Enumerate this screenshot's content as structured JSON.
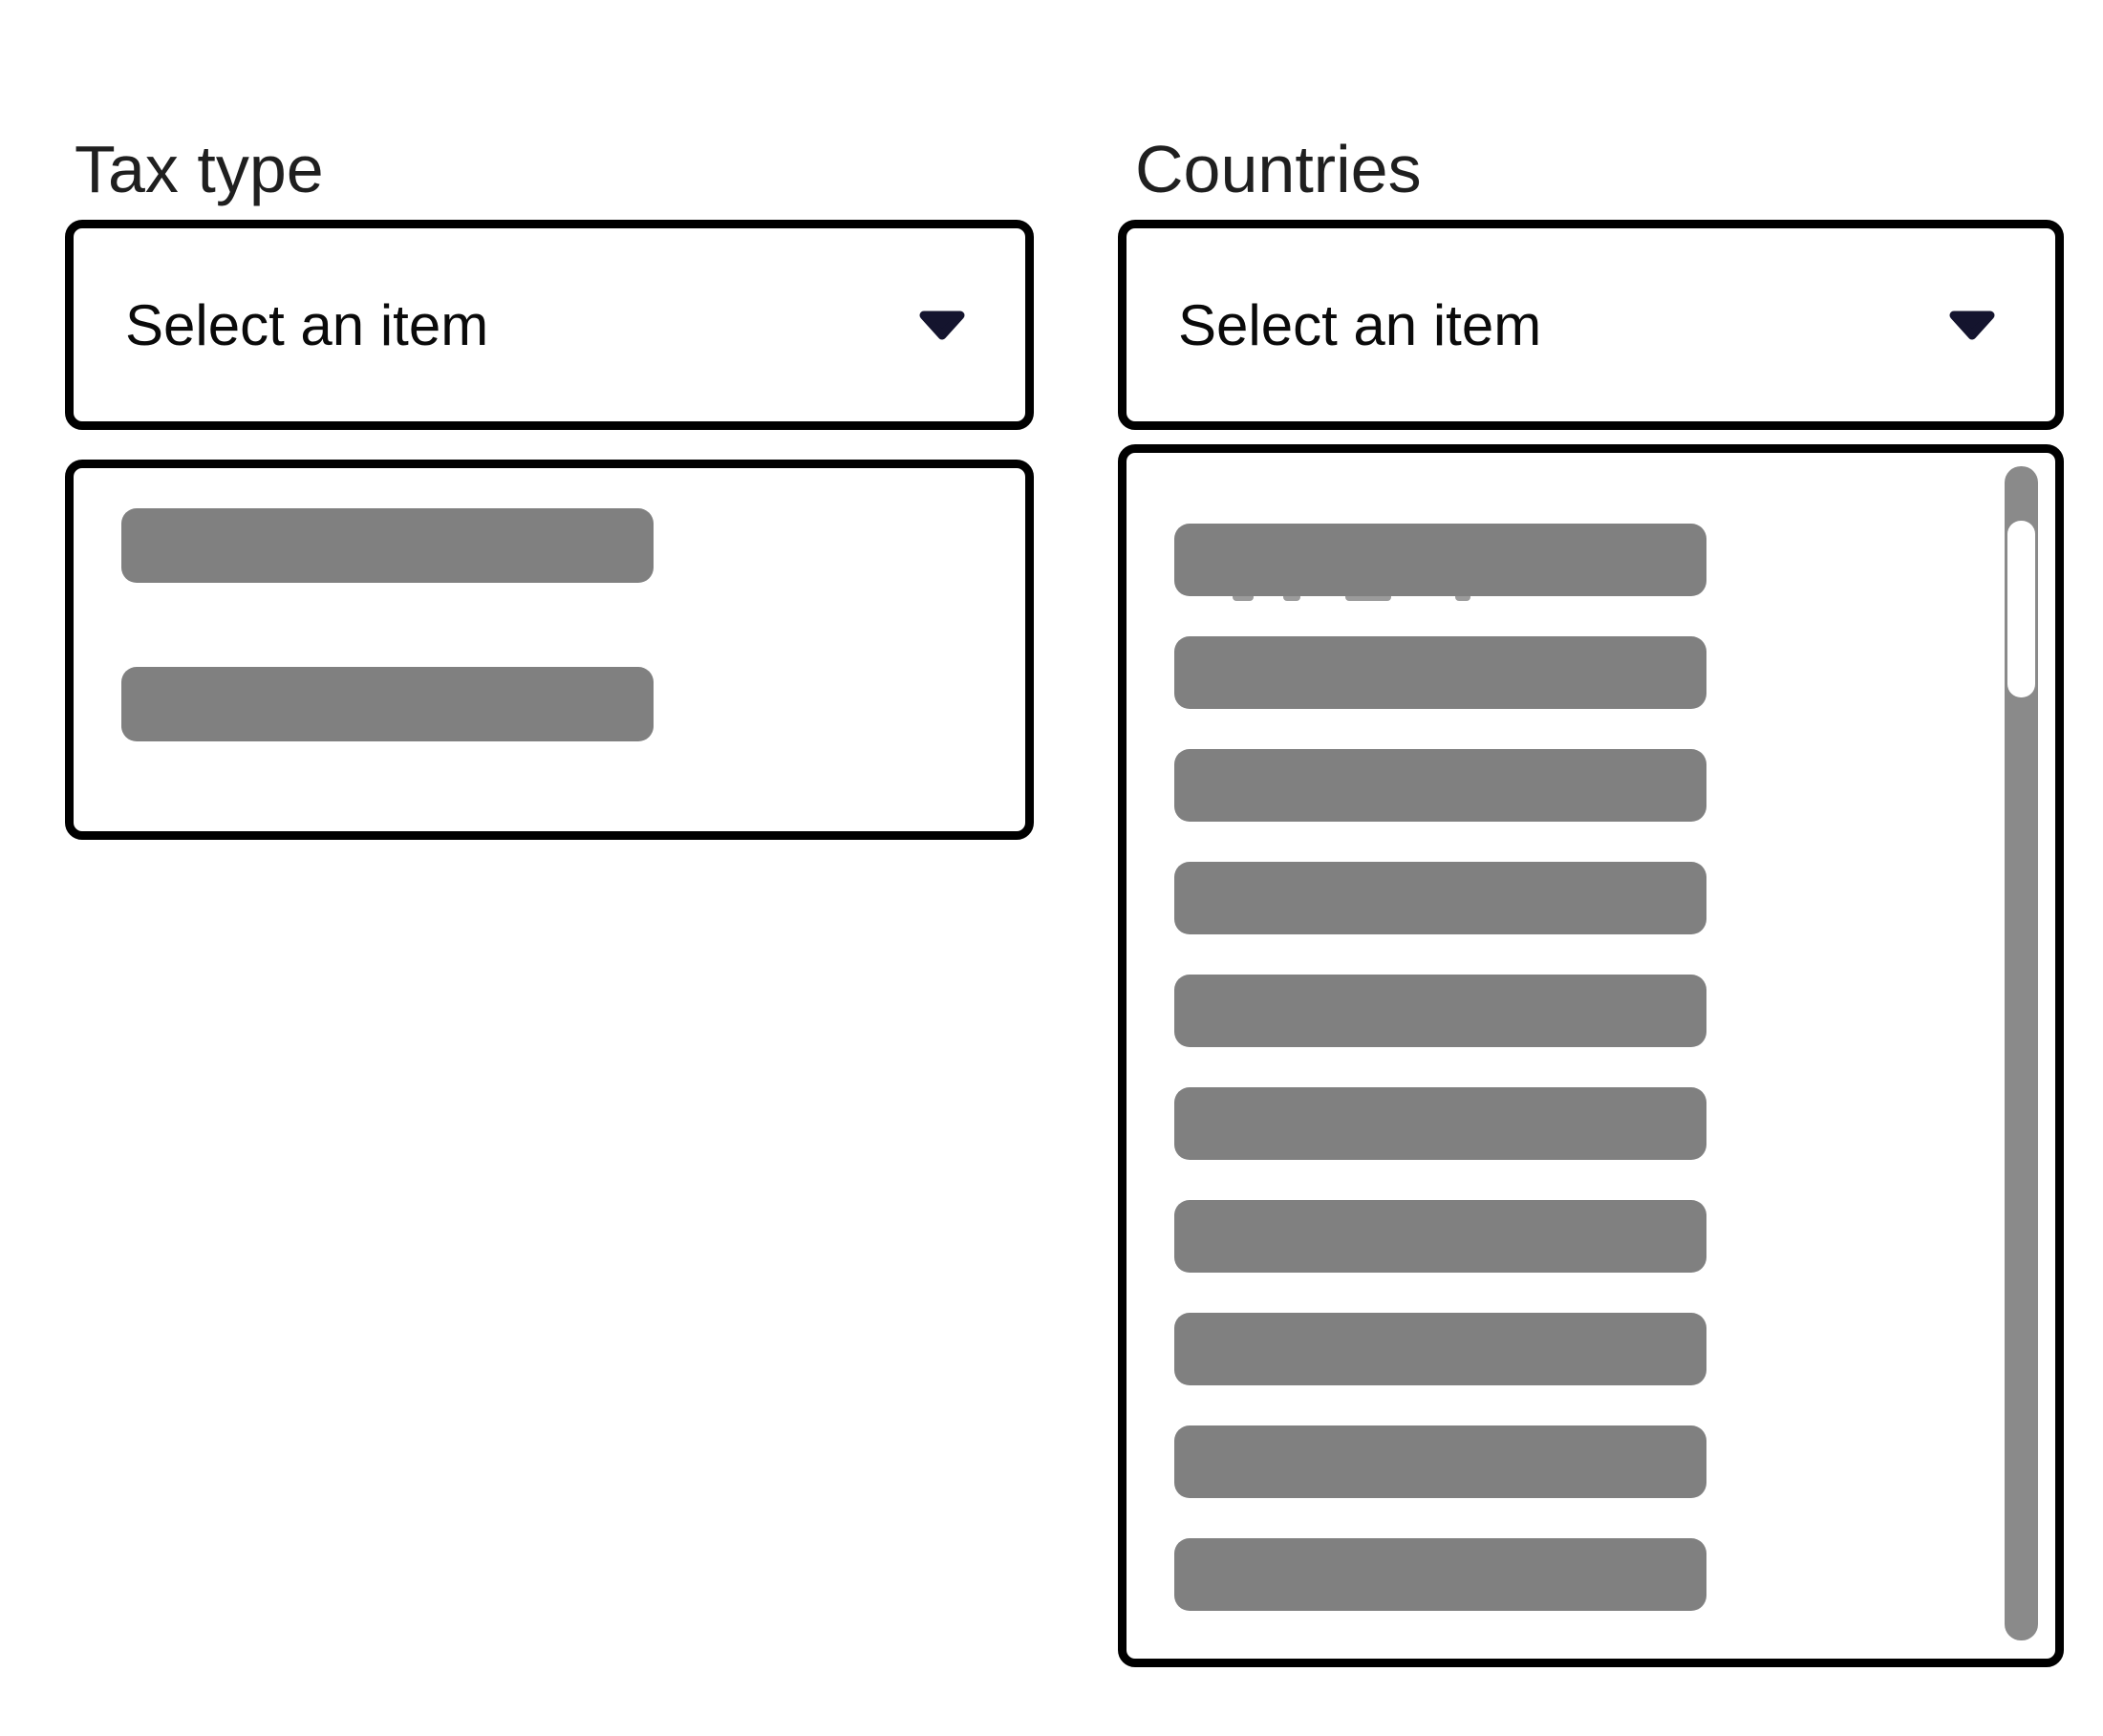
{
  "colors": {
    "background": "#ffffff",
    "border": "#000000",
    "label_text": "#1f1f1f",
    "select_text": "#0a0a0a",
    "caret": "#14142e",
    "skeleton_bar": "#808080",
    "scrollbar_track": "#8a8a8a",
    "scrollbar_thumb": "#ffffff",
    "artifact": "#9b9b9b"
  },
  "tax_type": {
    "label": "Tax type",
    "select_value": "Select an item",
    "listbox": {
      "skeleton_option_count": 2
    }
  },
  "countries": {
    "label": "Countries",
    "select_value": "Select an item",
    "listbox": {
      "skeleton_option_count": 10,
      "scrollbar": {
        "visible": true,
        "thumb_position": "near-top"
      }
    }
  }
}
